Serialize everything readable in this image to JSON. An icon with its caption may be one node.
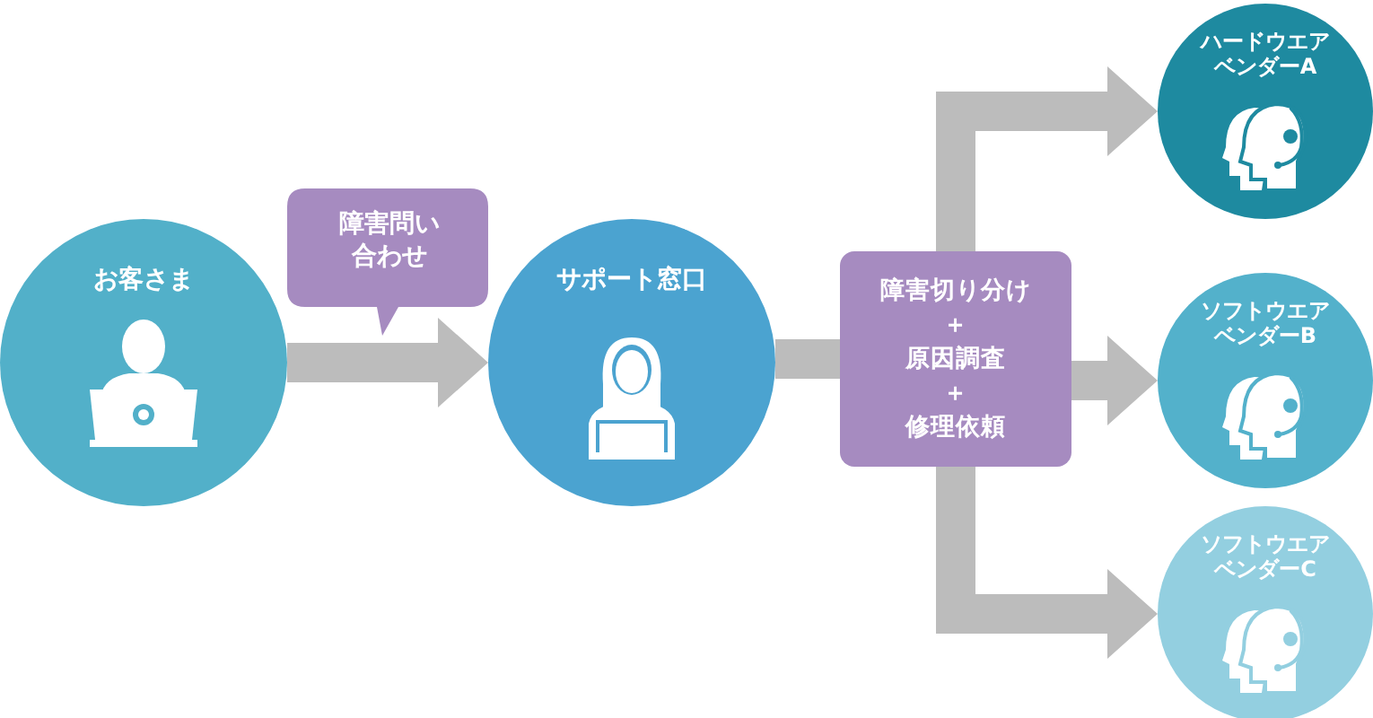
{
  "diagram": {
    "nodes": [
      {
        "text": [
          "お客さま"
        ]
      },
      {
        "text": [
          "サポート窓口"
        ]
      },
      {
        "text": [
          "障害切り分け",
          "＋",
          "原因調査",
          "＋",
          "修理依頼"
        ]
      },
      {
        "text": [
          "ハードウエアベンダーA"
        ]
      },
      {
        "text": [
          "ソフトウエアベンダーB"
        ]
      },
      {
        "text": [
          "ソフトウエアベンダーC"
        ]
      }
    ],
    "edges": [
      {
        "from": 0,
        "to": 1,
        "arrow": "to",
        "label": "障害問い合わせ"
      },
      {
        "from": 1,
        "to": 2,
        "arrow": "none"
      },
      {
        "from": 2,
        "to": 3,
        "arrow": "to"
      },
      {
        "from": 2,
        "to": 4,
        "arrow": "to"
      },
      {
        "from": 2,
        "to": 5,
        "arrow": "to"
      }
    ]
  }
}
